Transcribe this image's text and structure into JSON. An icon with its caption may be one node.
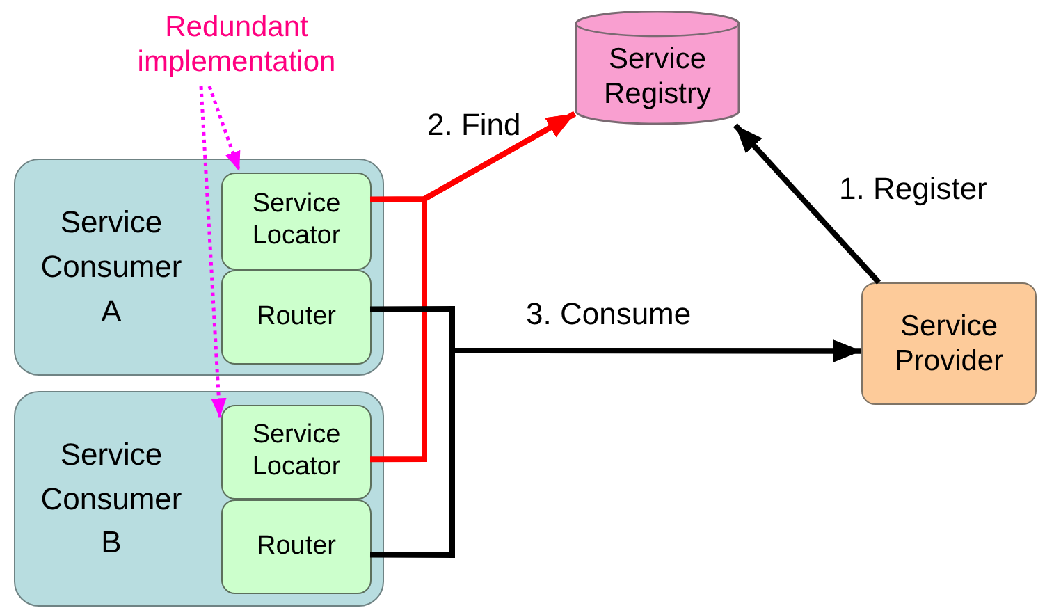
{
  "diagram": {
    "nodes": [
      {
        "text": [
          "Redundant implementation"
        ]
      },
      {
        "text": [
          "Service Registry"
        ]
      },
      {
        "text": [
          "Service Consumer A"
        ]
      },
      {
        "text": [
          "Service Locator"
        ],
        "in": 2
      },
      {
        "text": [
          "Router"
        ],
        "in": 2
      },
      {
        "text": [
          "Service Provider"
        ]
      },
      {
        "text": [
          "Service Consumer B"
        ]
      },
      {
        "text": [
          "Service Locator"
        ],
        "in": 6
      },
      {
        "text": [
          "Router"
        ],
        "in": 6
      }
    ],
    "edges": [
      {
        "from": 0,
        "to": 3,
        "arrow": "to",
        "style": "dashed",
        "color": "#ff00ff"
      },
      {
        "from": 0,
        "to": 7,
        "arrow": "to",
        "style": "dashed",
        "color": "#ff00ff"
      },
      {
        "from": 3,
        "to": 1,
        "arrow": "to",
        "label": "2. Find",
        "color": "#ff0000"
      },
      {
        "from": 7,
        "to": 1,
        "arrow": "to",
        "color": "#ff0000"
      },
      {
        "from": 5,
        "to": 1,
        "arrow": "to",
        "label": "1. Register"
      },
      {
        "from": 4,
        "to": 5,
        "arrow": "to",
        "label": "3. Consume"
      },
      {
        "from": 8,
        "to": 5,
        "arrow": "to"
      }
    ]
  }
}
